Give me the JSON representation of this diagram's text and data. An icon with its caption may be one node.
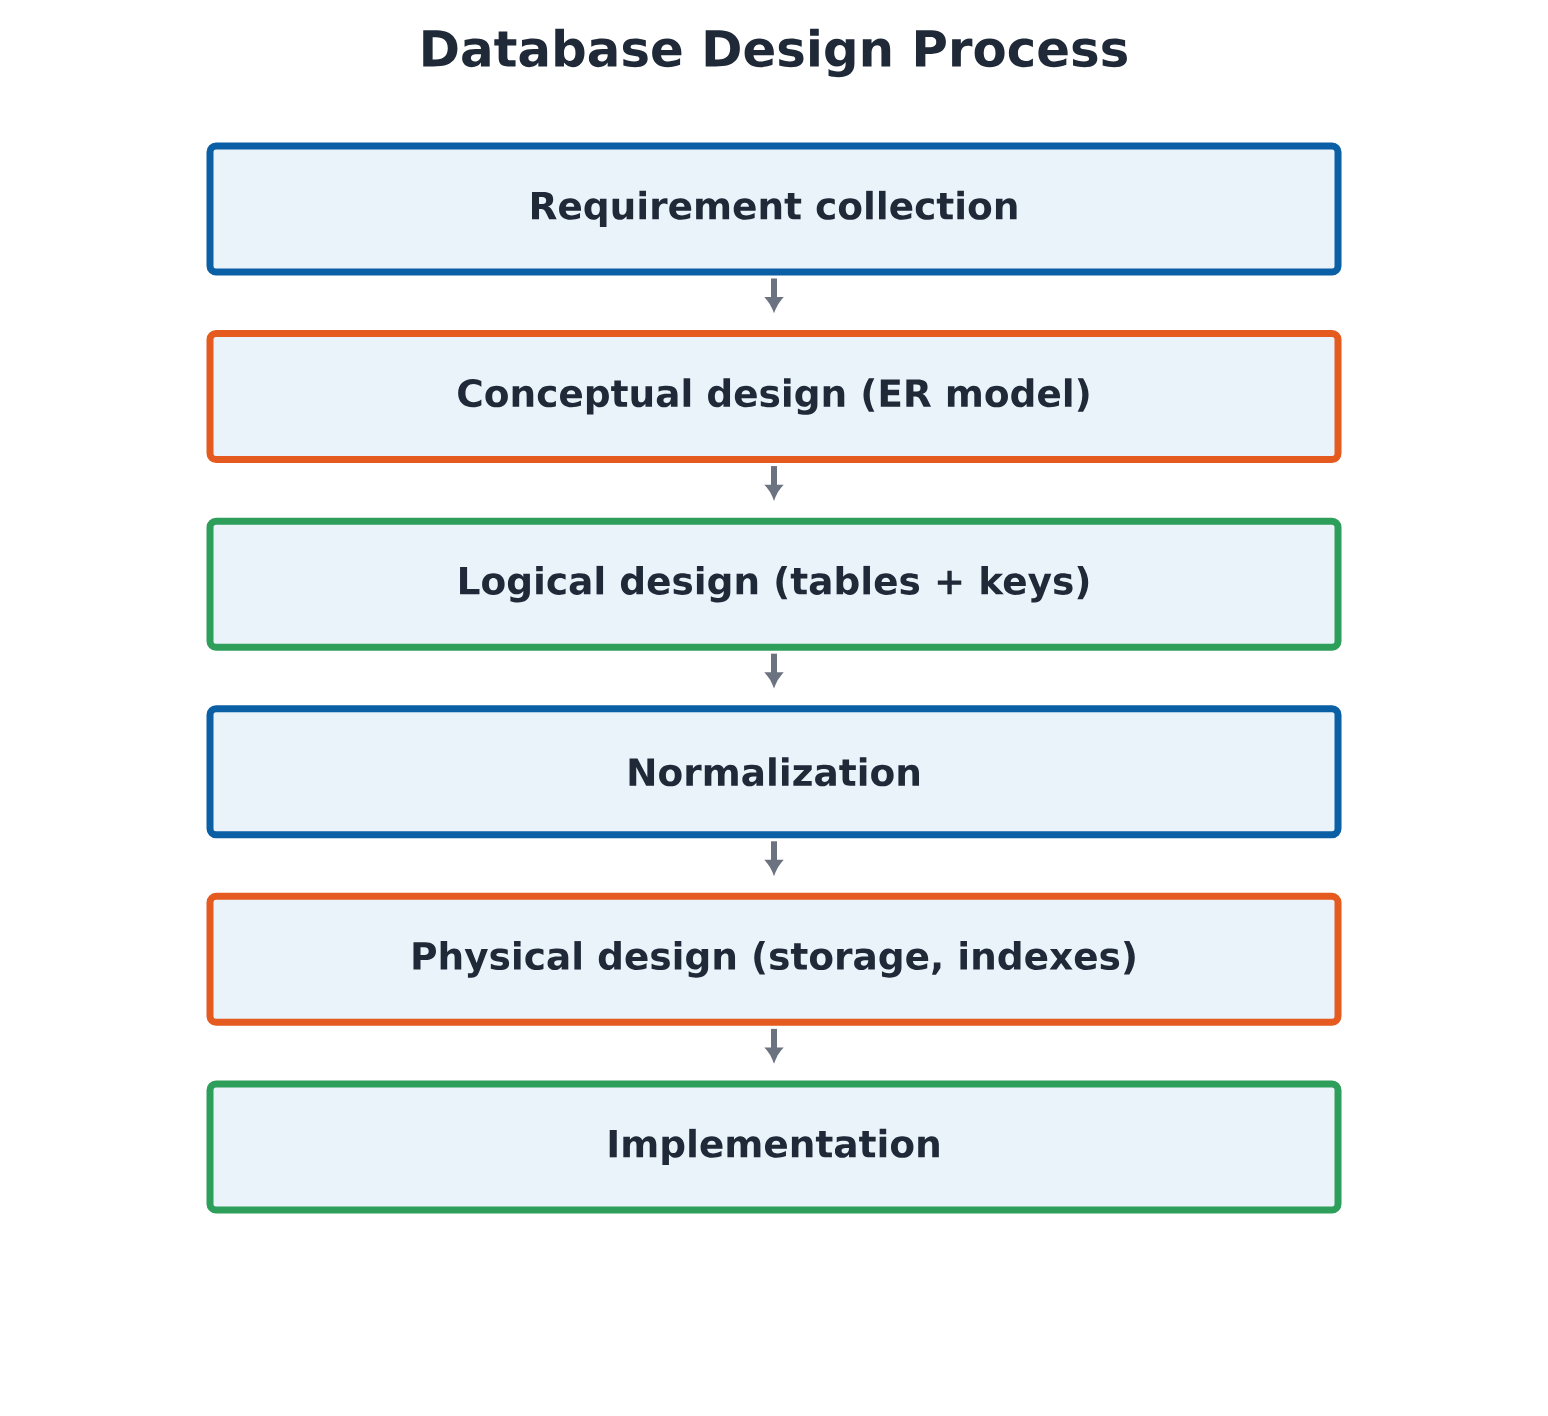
{
  "diagram": {
    "title": "Database Design Process",
    "nodes": [
      {
        "text": [
          "Requirement collection"
        ]
      },
      {
        "text": [
          "Conceptual design (ER model)"
        ]
      },
      {
        "text": [
          "Logical design (tables + keys)"
        ]
      },
      {
        "text": [
          "Normalization"
        ]
      },
      {
        "text": [
          "Physical design (storage, indexes)"
        ]
      },
      {
        "text": [
          "Implementation"
        ]
      }
    ],
    "edges": [
      {
        "from": 0,
        "to": 1,
        "arrow": "to"
      },
      {
        "from": 1,
        "to": 2,
        "arrow": "to"
      },
      {
        "from": 2,
        "to": 3,
        "arrow": "to"
      },
      {
        "from": 3,
        "to": 4,
        "arrow": "to"
      },
      {
        "from": 4,
        "to": 5,
        "arrow": "to"
      }
    ]
  }
}
